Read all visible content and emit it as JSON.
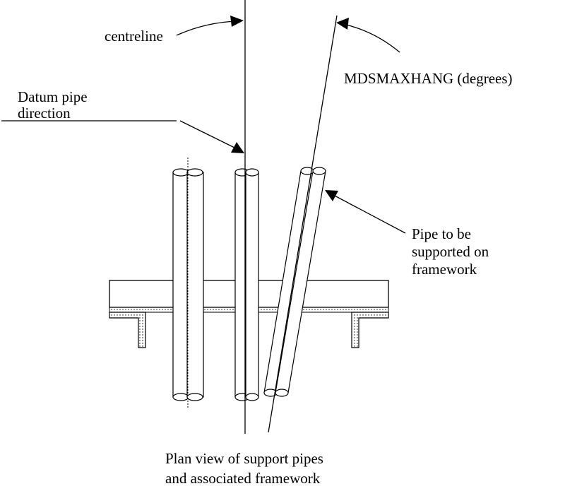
{
  "labels": {
    "centreline": "centreline",
    "angle": "MDSMAXHANG (degrees)",
    "datum_line1": "Datum pipe",
    "datum_line2": "direction",
    "pipe_line1": "Pipe to be",
    "pipe_line2": "supported on",
    "pipe_line3": "framework",
    "caption_line1": "Plan view of support pipes",
    "caption_line2": "and associated framework"
  }
}
